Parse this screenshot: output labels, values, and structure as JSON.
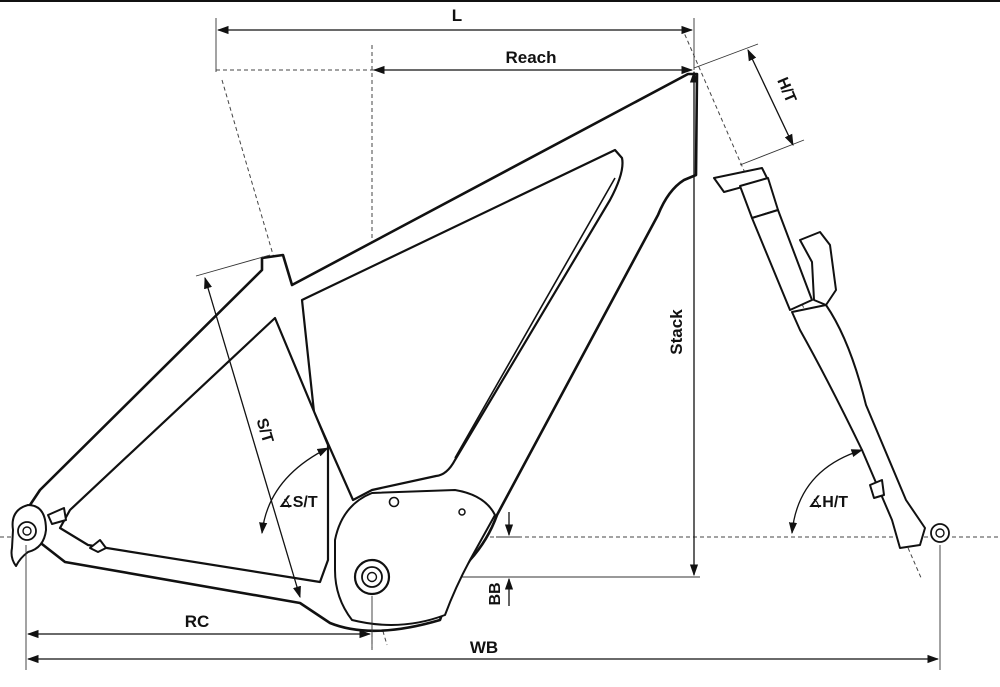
{
  "labels": {
    "L": "L",
    "reach": "Reach",
    "stack": "Stack",
    "head_tube_length": "H/T",
    "seat_tube_length": "S/T",
    "seat_tube_angle": "∡S/T",
    "head_tube_angle": "∡H/T",
    "bottom_bracket_drop": "BB",
    "chainstay_length": "RC",
    "wheelbase": "WB"
  },
  "colors": {
    "line": "#111111",
    "background": "#ffffff"
  }
}
